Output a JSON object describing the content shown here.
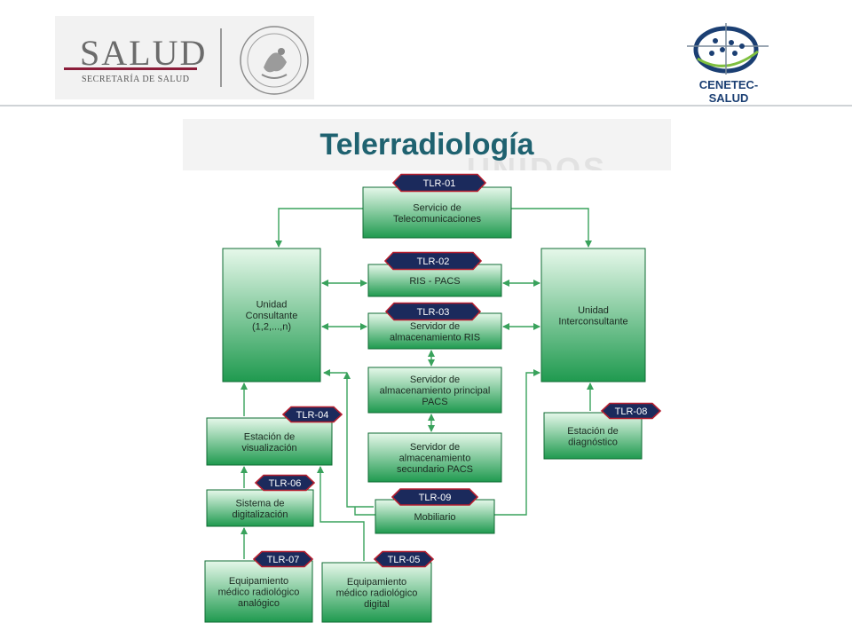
{
  "header": {
    "left_logo_title": "SALUD",
    "left_logo_subtitle": "SECRETARÍA DE SALUD",
    "right_logo_label": "CENETEC-SALUD"
  },
  "slide": {
    "title": "Telerradiología"
  },
  "colors": {
    "box_top": "#e6f8ea",
    "box_bottom": "#1f9a4f",
    "box_border": "#0f6b33",
    "connector": "#39a25c",
    "tag_fill": "#1b2a5c",
    "tag_border": "#b51f2f",
    "title": "#1f6270"
  },
  "diagram": {
    "boxes": [
      {
        "id": "servicio-telecom",
        "lines": [
          "Servicio de",
          "Telecomunicaciones"
        ]
      },
      {
        "id": "ris-pacs",
        "lines": [
          "RIS - PACS"
        ]
      },
      {
        "id": "servidor-ris",
        "lines": [
          "Servidor de",
          "almacenamiento RIS"
        ]
      },
      {
        "id": "servidor-principal-pacs",
        "lines": [
          "Servidor de",
          "almacenamiento principal",
          "PACS"
        ]
      },
      {
        "id": "servidor-secundario-pacs",
        "lines": [
          "Servidor de",
          "almacenamiento",
          "secundario PACS"
        ]
      },
      {
        "id": "mobiliario",
        "lines": [
          "Mobiliario"
        ]
      },
      {
        "id": "unidad-consultante",
        "lines": [
          "Unidad",
          "Consultante",
          "(1,2,...,n)"
        ]
      },
      {
        "id": "unidad-interconsultante",
        "lines": [
          "Unidad",
          "Interconsultante"
        ]
      },
      {
        "id": "estacion-visualizacion",
        "lines": [
          "Estación de",
          "visualización"
        ]
      },
      {
        "id": "sistema-digitalizacion",
        "lines": [
          "Sistema de",
          "digitalización"
        ]
      },
      {
        "id": "equipamiento-analogico",
        "lines": [
          "Equipamiento",
          "médico radiológico",
          "analógico"
        ]
      },
      {
        "id": "equipamiento-digital",
        "lines": [
          "Equipamiento",
          "médico radiológico",
          "digital"
        ]
      },
      {
        "id": "estacion-diagnostico",
        "lines": [
          "Estación de",
          "diagnóstico"
        ]
      }
    ],
    "tags": [
      "TLR-01",
      "TLR-02",
      "TLR-03",
      "TLR-04",
      "TLR-05",
      "TLR-06",
      "TLR-07",
      "TLR-08",
      "TLR-09"
    ]
  }
}
